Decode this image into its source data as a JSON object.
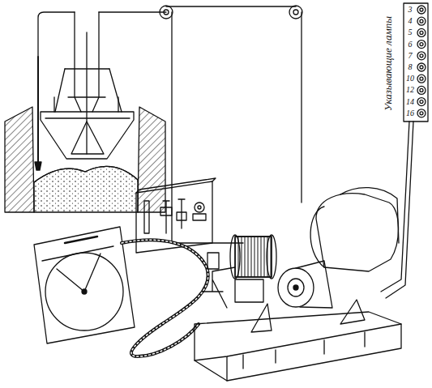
{
  "diagram": {
    "labels": [
      "Указывающие лампы",
      "3",
      "4",
      "5",
      "6",
      "7",
      "8",
      "10",
      "12",
      "14",
      "16"
    ]
  }
}
